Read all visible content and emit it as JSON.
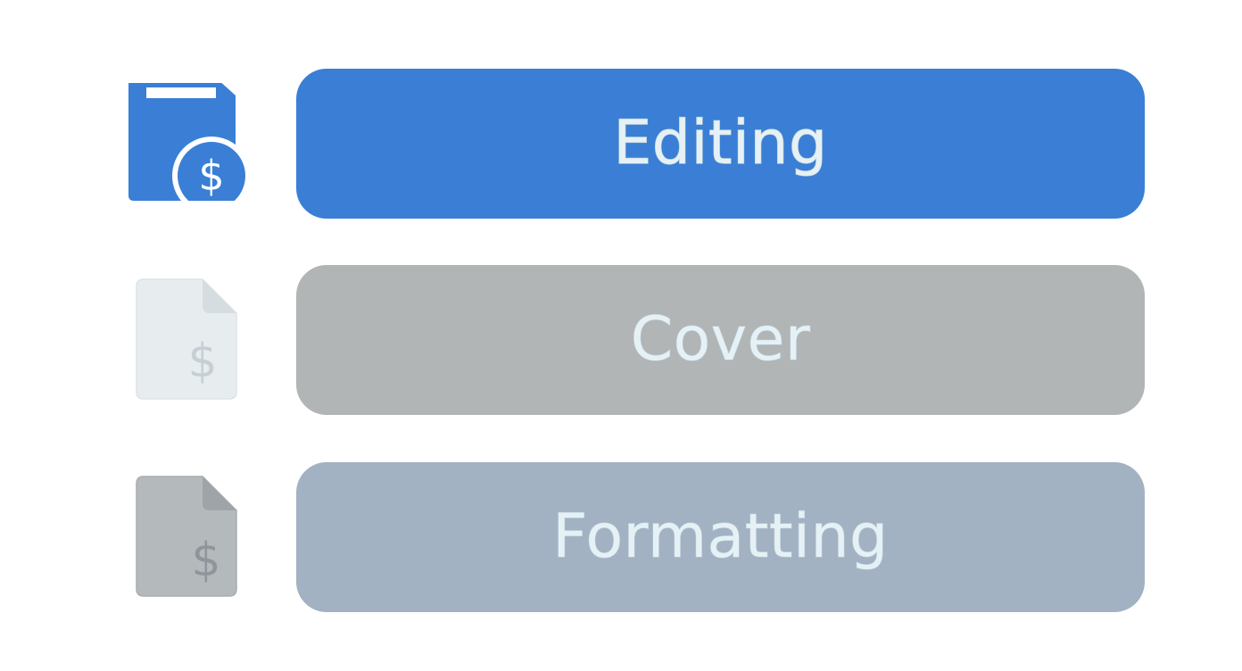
{
  "options": [
    {
      "label": "Editing",
      "state": "selected",
      "button_color": "#3a7fd5",
      "icon": "folder-dollar-icon",
      "icon_color": "#3a7fd5"
    },
    {
      "label": "Cover",
      "state": "default",
      "button_color": "#b1b5b6",
      "icon": "document-dollar-icon",
      "icon_color": "#e7ecef"
    },
    {
      "label": "Formatting",
      "state": "default",
      "button_color": "#a2b2c2",
      "icon": "document-dollar-icon",
      "icon_color": "#b4b9bb"
    }
  ],
  "icon_symbol": "$"
}
